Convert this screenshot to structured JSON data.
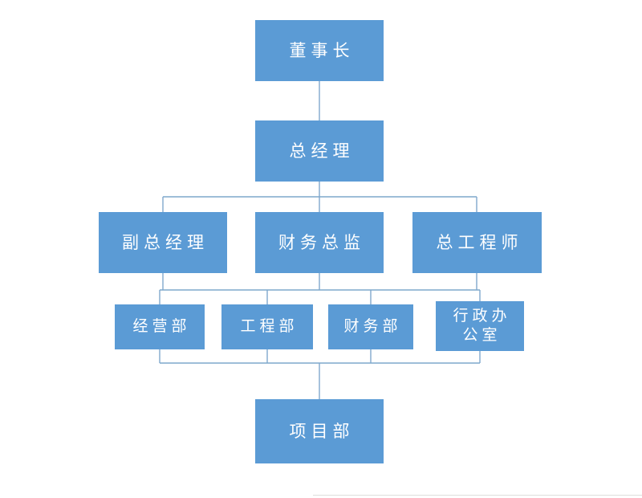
{
  "diagram": {
    "type": "org-chart",
    "language": "zh-CN",
    "colors": {
      "background": "#ffffff",
      "node_fill": "#5b9bd5",
      "node_text": "#ffffff",
      "connector": "#7fa8cc"
    },
    "nodes": {
      "chairman": {
        "label": "董事长"
      },
      "general_manager": {
        "label": "总经理"
      },
      "deputy_gm": {
        "label": "副总经理"
      },
      "finance_director": {
        "label": "财务总监"
      },
      "chief_engineer": {
        "label": "总工程师"
      },
      "business_dept": {
        "label": "经营部"
      },
      "engineering_dept": {
        "label": "工程部"
      },
      "finance_dept": {
        "label": "财务部"
      },
      "admin_office": {
        "label": "行政办公室",
        "label_line1": "行政办",
        "label_line2": "公室"
      },
      "project_dept": {
        "label": "项目部"
      }
    },
    "hierarchy": [
      {
        "parent": "chairman",
        "children": [
          "general_manager"
        ]
      },
      {
        "parent": "general_manager",
        "children": [
          "deputy_gm",
          "finance_director",
          "chief_engineer"
        ]
      },
      {
        "parent": "level3_group",
        "children": [
          "business_dept",
          "engineering_dept",
          "finance_dept",
          "admin_office"
        ]
      },
      {
        "parent": "level4_group",
        "children": [
          "project_dept"
        ]
      }
    ]
  }
}
